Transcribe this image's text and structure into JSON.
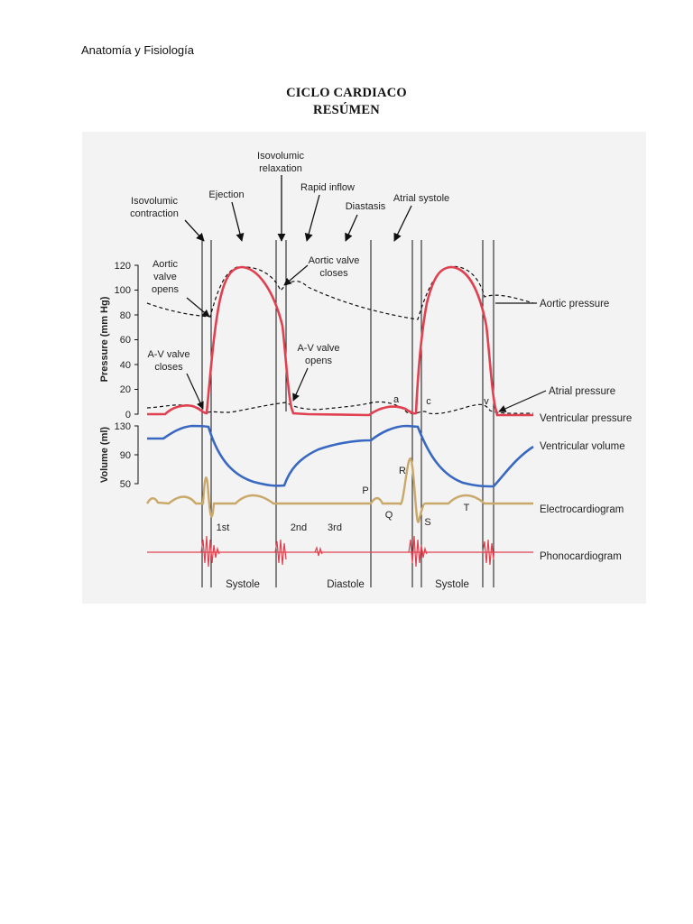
{
  "document": {
    "header": "Anatomía y Fisiología",
    "title_line1": "CICLO CARDIACO",
    "title_line2": "RESÚMEN"
  },
  "figure": {
    "phases": {
      "isovolumic_contraction": [
        "Isovolumic",
        "contraction"
      ],
      "ejection": "Ejection",
      "isovolumic_relaxation": [
        "Isovolumic",
        "relaxation"
      ],
      "rapid_inflow": "Rapid inflow",
      "diastasis": "Diastasis",
      "atrial_systole": "Atrial systole"
    },
    "annotations": {
      "aortic_valve_opens": [
        "Aortic",
        "valve",
        "opens"
      ],
      "aortic_valve_closes": [
        "Aortic valve",
        "closes"
      ],
      "av_valve_closes": [
        "A-V valve",
        "closes"
      ],
      "av_valve_opens": [
        "A-V valve",
        "opens"
      ],
      "wave_a": "a",
      "wave_c": "c",
      "wave_v": "v",
      "ecg_p": "P",
      "ecg_q": "Q",
      "ecg_r": "R",
      "ecg_s": "S",
      "ecg_t": "T",
      "sound_1st": "1st",
      "sound_2nd": "2nd",
      "sound_3rd": "3rd"
    },
    "axes": {
      "pressure_label": "Pressure (mm Hg)",
      "volume_label": "Volume (ml)",
      "pressure_ticks": [
        "120",
        "100",
        "80",
        "60",
        "40",
        "20",
        "0"
      ],
      "volume_ticks": [
        "130",
        "90",
        "50"
      ]
    },
    "curve_labels": {
      "aortic_pressure": "Aortic pressure",
      "atrial_pressure": "Atrial pressure",
      "ventricular_pressure": "Ventricular pressure",
      "ventricular_volume": "Ventricular volume",
      "electrocardiogram": "Electrocardiogram",
      "phonocardiogram": "Phonocardiogram"
    },
    "bottom_labels": {
      "systole_1": "Systole",
      "diastole": "Diastole",
      "systole_2": "Systole"
    },
    "colors": {
      "ventricular_pressure": "#e0404f",
      "ventricular_volume": "#3868c2",
      "electrocardiogram": "#c9a86a",
      "phonocardiogram": "#e0404f",
      "dashed": "#111111"
    }
  }
}
